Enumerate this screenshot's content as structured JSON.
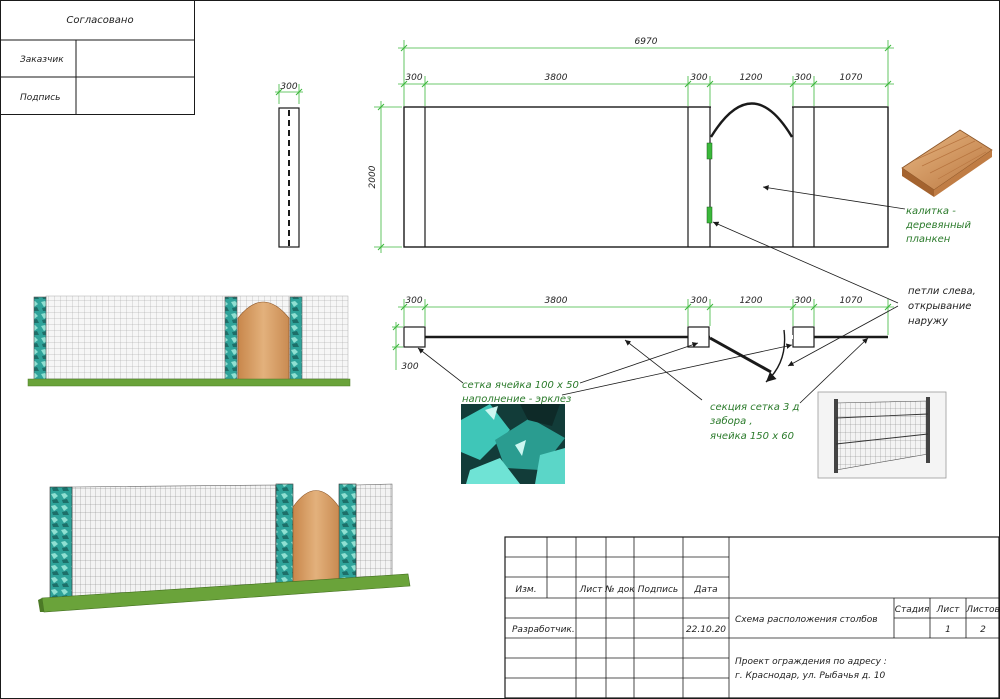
{
  "colors": {
    "dimension_line": "#3bb83b",
    "outline": "#1a1a1a",
    "callout_text": "#2a7a2a",
    "wood": "#d9a46a",
    "glass": "#2fa39a",
    "grass": "#6aa33a"
  },
  "approval_box": {
    "title": "Согласовано",
    "rows": [
      {
        "label": "Заказчик",
        "value": ""
      },
      {
        "label": "Подпись",
        "value": ""
      }
    ]
  },
  "side_view": {
    "width_label": "300"
  },
  "front_view": {
    "total_label": "6970",
    "segments": [
      "300",
      "3800",
      "300",
      "1200",
      "300",
      "1070"
    ],
    "height_label": "2000"
  },
  "plan_view": {
    "segments": [
      "300",
      "3800",
      "300",
      "1200",
      "300",
      "1070"
    ],
    "post_depth_label": "300"
  },
  "callouts": {
    "gate": [
      "калитка -",
      "деревянный",
      "планкен"
    ],
    "hinges": [
      "петли слева,",
      "открывание",
      "наружу"
    ],
    "mesh": [
      "сетка ячейка 100 х 50",
      "наполнение - эрклез"
    ],
    "section": [
      "секция сетка 3 д",
      "забора ,",
      "ячейка 150 х 60"
    ]
  },
  "title_block": {
    "headers": [
      "Изм.",
      "Лист",
      "№ док",
      "Подпись",
      "Дата"
    ],
    "developer_label": "Разработчик.",
    "date": "22.10.20",
    "sheet_title": "Схема расположения столбов",
    "stage_header": "Стадия",
    "sheet_header": "Лист",
    "sheets_header": "Листов",
    "stage_value": "",
    "sheet_value": "1",
    "sheets_value": "2",
    "project_line1": "Проект ограждения по адресу :",
    "project_line2": "г. Краснодар, ул. Рыбачья д. 10"
  }
}
